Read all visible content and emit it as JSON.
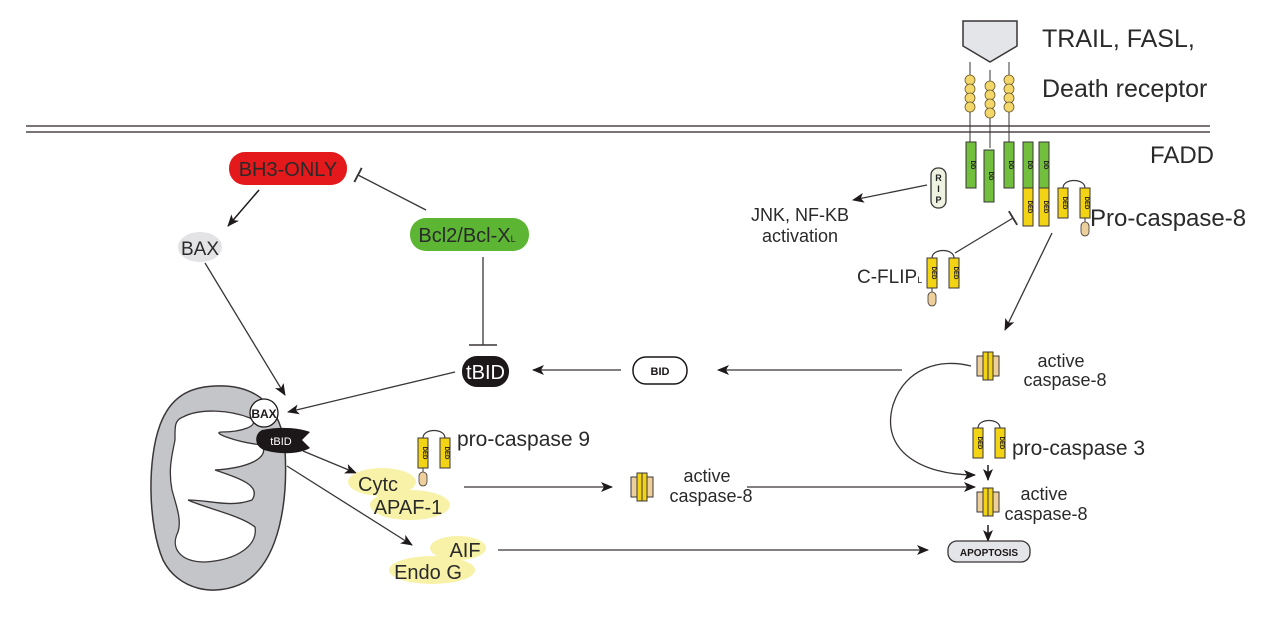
{
  "title": "Apoptosis signaling pathways",
  "colors": {
    "bh3": "#e3191b",
    "bcl2": "#5db534",
    "dd_green": "#72bf3e",
    "ded_yellow": "#f2d415",
    "tan": "#edcf9c",
    "ellipse_yellow": "#f8f2a8",
    "bax_gray": "#e3e3e6",
    "mito_gray": "#c3c5c8",
    "line": "#3a3536",
    "membrane": "#7a7476"
  },
  "labels": {
    "ligand_line1": "TRAIL, FASL,",
    "ligand_line2": "Death receptor",
    "fadd": "FADD",
    "rip": "RIP",
    "rip_letters": [
      "R",
      "I",
      "P"
    ],
    "jnk_line1": "JNK, NF-KB",
    "jnk_line2": "activation",
    "pro_caspase8": "Pro-caspase-8",
    "cflip": "C-FLIP",
    "cflip_sub": "L",
    "bh3_only": "BH3-ONLY",
    "bax": "BAX",
    "bcl2": "Bcl2/Bcl-X",
    "bcl2_sub": "L",
    "tbid": "tBID",
    "bid": "BID",
    "active_c8_top_1": "active",
    "active_c8_top_2": "caspase-8",
    "pro_caspase3": "pro-caspase 3",
    "active_c8_bottom_1": "active",
    "active_c8_bottom_2": "caspase-8",
    "pro_caspase9": "pro-caspase 9",
    "active_c8_mid_1": "active",
    "active_c8_mid_2": "caspase-8",
    "mito_bax": "BAX",
    "mito_tbid": "tBID",
    "cytc": "Cytc",
    "apaf1": "APAF-1",
    "aif": "AIF",
    "endog": "Endo G",
    "apoptosis": "APOPTOSIS",
    "dd": "DD",
    "ded": "DED"
  }
}
